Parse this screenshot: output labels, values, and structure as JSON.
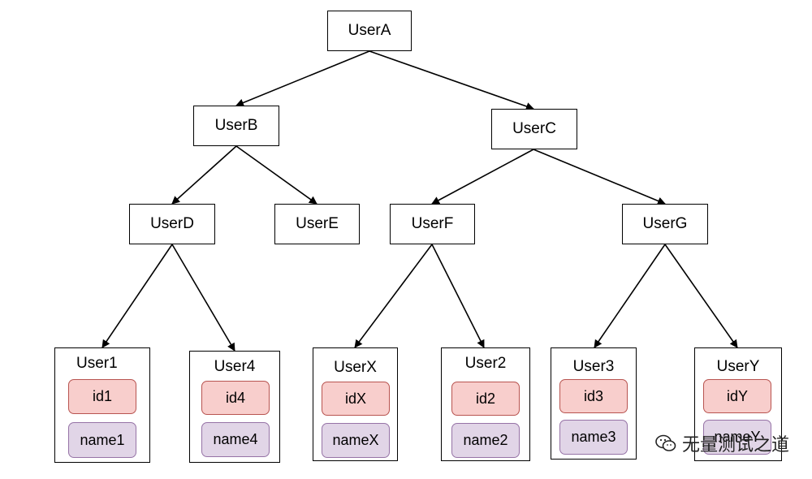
{
  "nodes": {
    "userA": "UserA",
    "userB": "UserB",
    "userC": "UserC",
    "userD": "UserD",
    "userE": "UserE",
    "userF": "UserF",
    "userG": "UserG"
  },
  "leaves": [
    {
      "title": "User1",
      "id": "id1",
      "name": "name1"
    },
    {
      "title": "User4",
      "id": "id4",
      "name": "name4"
    },
    {
      "title": "UserX",
      "id": "idX",
      "name": "nameX"
    },
    {
      "title": "User2",
      "id": "id2",
      "name": "name2"
    },
    {
      "title": "User3",
      "id": "id3",
      "name": "name3"
    },
    {
      "title": "UserY",
      "id": "idY",
      "name": "nameY"
    }
  ],
  "watermark": {
    "text": "无量测试之道"
  },
  "colors": {
    "id_fill": "#f8cecc",
    "id_stroke": "#b85450",
    "name_fill": "#e1d5e7",
    "name_stroke": "#9673a6"
  }
}
